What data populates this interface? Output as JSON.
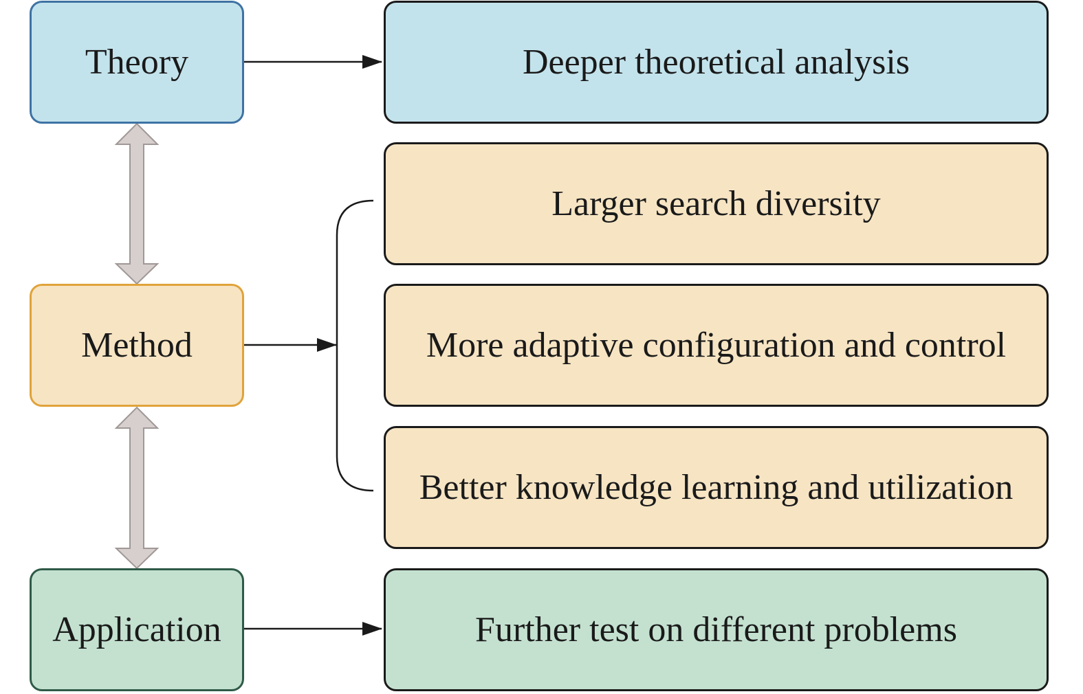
{
  "left_column": {
    "theory": "Theory",
    "method": "Method",
    "application": "Application"
  },
  "right_column": {
    "theory_outcome": "Deeper theoretical analysis",
    "method_outcomes": [
      "Larger search diversity",
      "More adaptive configuration and control",
      "Better knowledge learning and utilization"
    ],
    "application_outcome": "Further test on different problems"
  },
  "colors": {
    "theory_fill": "#c3e3ec",
    "theory_border": "#3e72a3",
    "method_fill": "#f6e4c3",
    "method_border": "#e0a33a",
    "application_fill": "#c4e1d0",
    "application_border": "#2f5a48",
    "double_arrow": "#d6cfcd"
  }
}
